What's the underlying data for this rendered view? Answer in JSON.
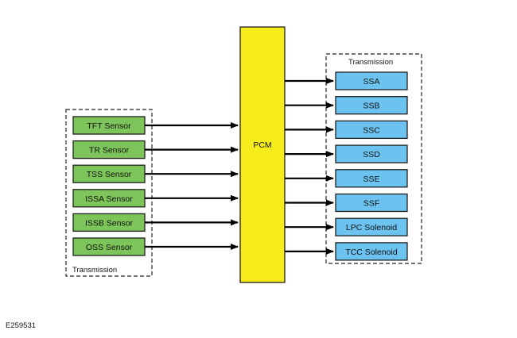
{
  "colors": {
    "sensor_fill": "#7dc55a",
    "output_fill": "#6cc3ef",
    "pcm_fill": "#f6ec1a",
    "line": "#000000"
  },
  "left_group": {
    "label": "Transmission",
    "sensors": [
      "TFT Sensor",
      "TR Sensor",
      "TSS Sensor",
      "ISSA Sensor",
      "ISSB Sensor",
      "OSS Sensor"
    ]
  },
  "pcm": {
    "label": "PCM"
  },
  "right_group": {
    "label": "Transmission",
    "outputs": [
      "SSA",
      "SSB",
      "SSC",
      "SSD",
      "SSE",
      "SSF",
      "LPC Solenoid",
      "TCC Solenoid"
    ]
  },
  "figure_id": "E259531"
}
